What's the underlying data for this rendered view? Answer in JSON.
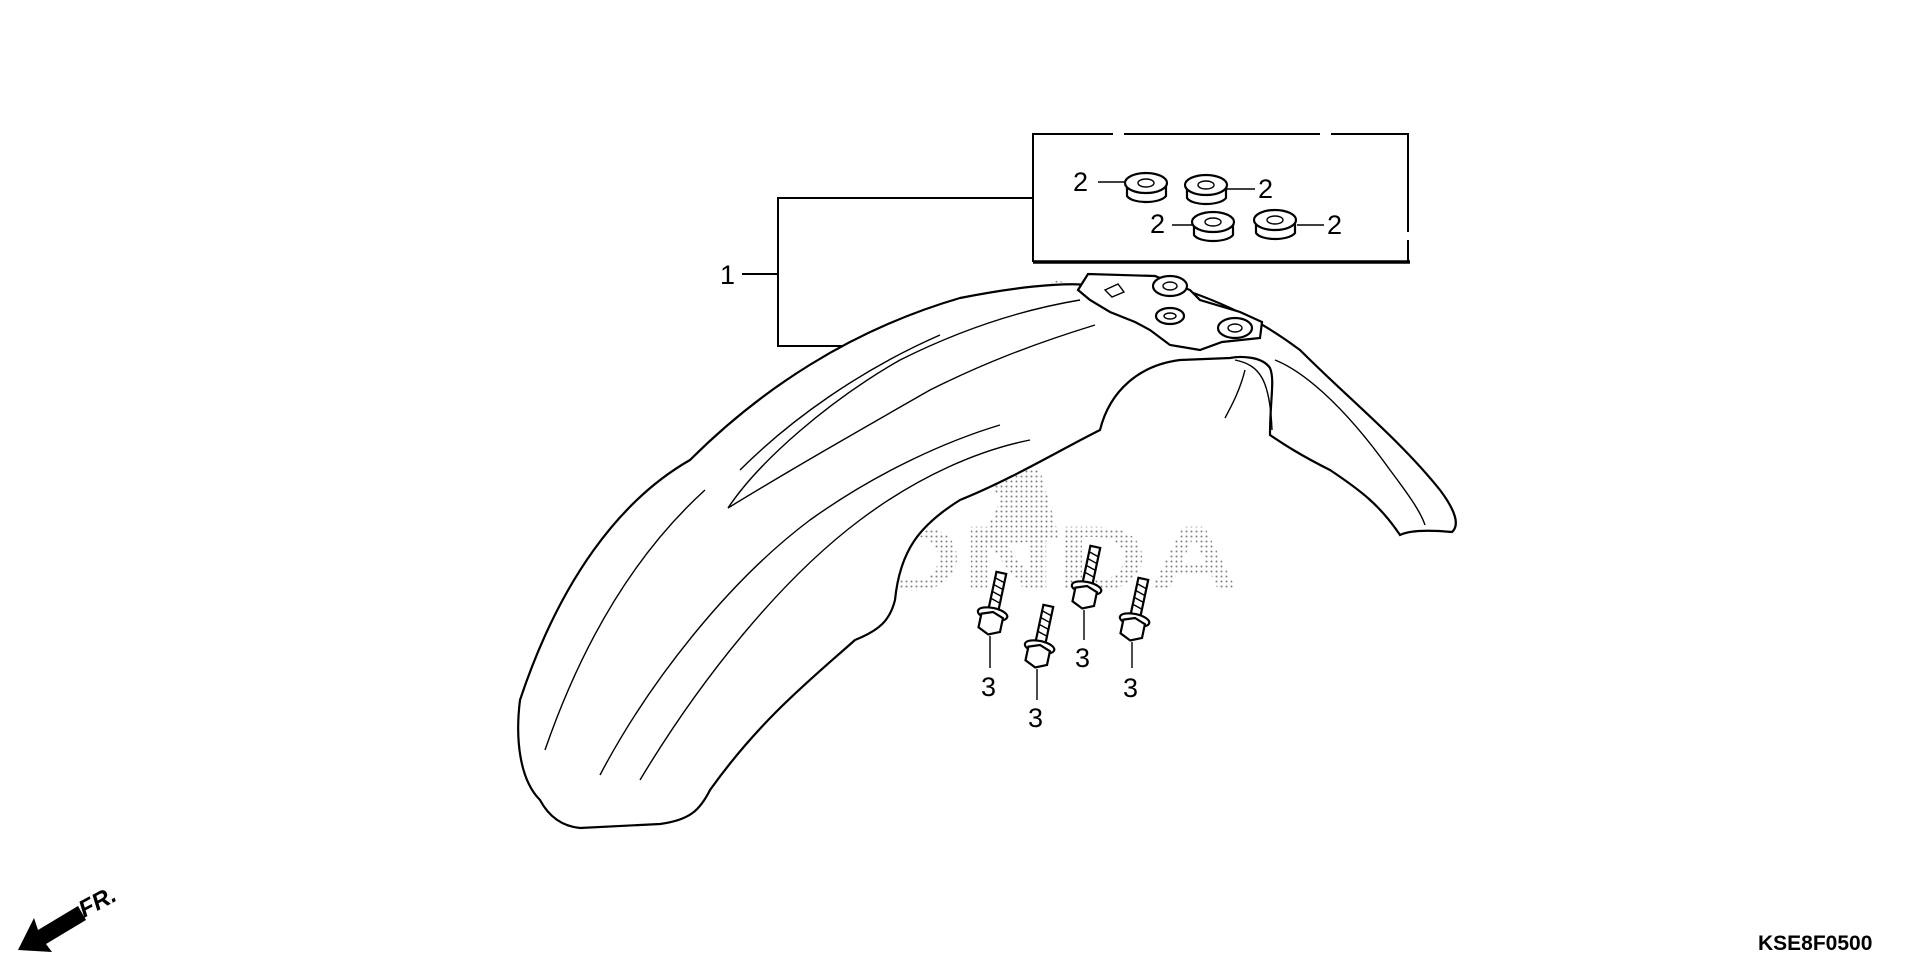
{
  "diagram": {
    "part_code": "KSE8F0500",
    "direction_label": "FR.",
    "watermark": "HONDA",
    "callouts": {
      "fender": "1",
      "grommet": "2",
      "bolt": "3"
    }
  }
}
